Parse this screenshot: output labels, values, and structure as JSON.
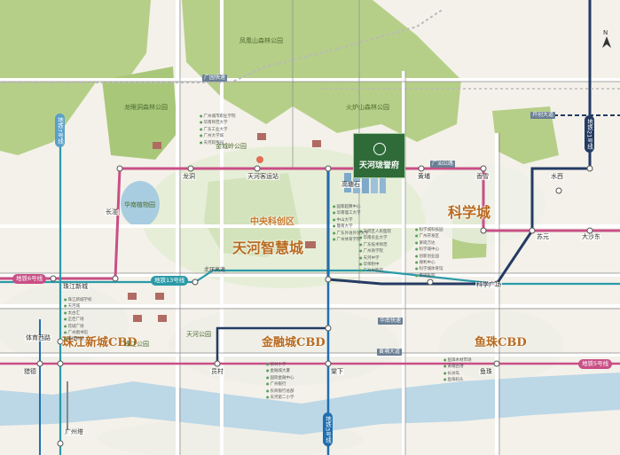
{
  "project": {
    "name": "天河珑誉府",
    "logo": "ring-logo"
  },
  "districts": {
    "tianhe_zhihui": "天河智慧城",
    "science_city": "科学城",
    "zhujiang_cbd": "珠江新城CBD",
    "financial_cbd": "金融城CBD",
    "yuzhu_cbd": "鱼珠CBD",
    "central_park": "中央科创区"
  },
  "green_areas": {
    "fenghuang": "凤凰山森林公园",
    "huolu": "火炉山森林公园",
    "longyan": "龙眼洞森林公园",
    "jinchang": "金城岭公园",
    "tianhe_park": "天河公园",
    "zhujiang_park": "珠江公园",
    "huanan_garden": "华南植物园"
  },
  "metro_lines": [
    {
      "label": "地铁6号线",
      "color": "#c94f86"
    },
    {
      "label": "地铁21号线",
      "color": "#243b64"
    },
    {
      "label": "地铁13号线",
      "color": "#2a9aa8"
    },
    {
      "label": "地铁5号线",
      "color": "#c94f86"
    },
    {
      "label": "地铁3号线",
      "color": "#1f6fb0"
    },
    {
      "label": "地铁7号线",
      "color": "#5aa0c8"
    }
  ],
  "stations": {
    "changban": "长湴",
    "longdong": "龙洞",
    "kexue": "科学城",
    "yuzhu": "鱼珠",
    "yuancun": "员村",
    "tangxia": "棠下",
    "zhujiang": "珠江新城",
    "tiyuxi": "体育西路",
    "guangzhouta": "广州塔",
    "tianmu": "天河客运站",
    "huangpu": "黄埔",
    "xiangxue": "香雪",
    "shuixi": "水西",
    "kexuecheng": "科学广场",
    "sanxi": "苏元",
    "dasha": "大沙东",
    "liede": "猎德",
    "huanghuagang": "高塘石"
  },
  "roads": {
    "guangshan": "广汕公路",
    "huanan": "华南快速",
    "guangyuan": "广园快速",
    "huangpu_ave": "黄埔大道",
    "kaichuang": "开创大道",
    "ring": "北环高速"
  },
  "poi_a": [
    "广州城市职业学院",
    "华南师范大学",
    "广东工业大学",
    "广州大学城",
    "天河软件园"
  ],
  "poi_b": [
    "国家超算中心",
    "华南理工大学",
    "中山大学",
    "暨南大学",
    "广东外语外贸大学",
    "广州体育学院"
  ],
  "poi_c": [
    "天河区人民医院",
    "华南农业大学",
    "广东技术师范",
    "广州商学院",
    "天河中学",
    "华师附中",
    "广州中医药"
  ],
  "poi_d": [
    "科学城科技园",
    "广州开发区",
    "萝岗万达",
    "科学城中心",
    "创新创业园",
    "保利中心",
    "科学城体育馆",
    "黄埔医院"
  ],
  "poi_e": [
    "珠江新城学校",
    "天河城",
    "太古汇",
    "正佳广场",
    "花城广场",
    "广州图书馆",
    "省博物馆"
  ],
  "poi_f": [
    "员村小学",
    "金融城大厦",
    "国际金融中心",
    "广州银行",
    "农商银行总部",
    "天河第二小学"
  ],
  "poi_g": [
    "鱼珠木材市场",
    "黄埔古港",
    "长洲岛",
    "鱼珠码头"
  ]
}
